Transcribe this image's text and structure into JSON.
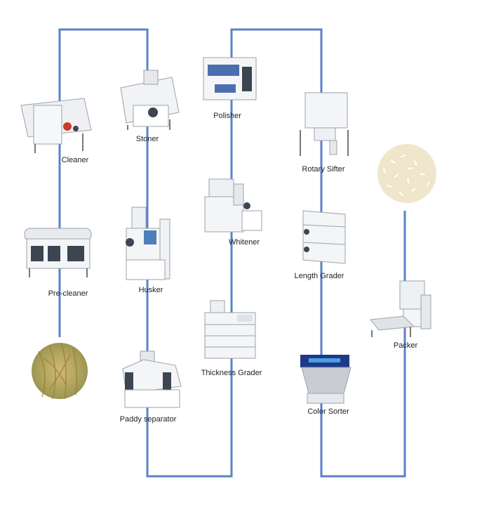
{
  "diagram": {
    "line_color": "#5b82c9",
    "stages": [
      {
        "id": "paddy",
        "label": "",
        "icon": "paddy-rice-photo-icon"
      },
      {
        "id": "precleaner",
        "label": "Pre-cleaner",
        "icon": "pre-cleaner-machine-icon"
      },
      {
        "id": "cleaner",
        "label": "Cleaner",
        "icon": "cleaner-machine-icon"
      },
      {
        "id": "stoner",
        "label": "Stoner",
        "icon": "stoner-machine-icon"
      },
      {
        "id": "husker",
        "label": "Husker",
        "icon": "husker-machine-icon"
      },
      {
        "id": "paddy_separator",
        "label": "Paddy separator",
        "icon": "paddy-separator-machine-icon"
      },
      {
        "id": "thickness_grader",
        "label": "Thickness Grader",
        "icon": "thickness-grader-machine-icon"
      },
      {
        "id": "whitener",
        "label": "Whitener",
        "icon": "whitener-machine-icon"
      },
      {
        "id": "polisher",
        "label": "Polisher",
        "icon": "polisher-machine-icon"
      },
      {
        "id": "rotary_sifter",
        "label": "Rotary Sifter",
        "icon": "rotary-sifter-machine-icon"
      },
      {
        "id": "length_grader",
        "label": "Length Grader",
        "icon": "length-grader-machine-icon"
      },
      {
        "id": "color_sorter",
        "label": "Color Sorter",
        "icon": "color-sorter-machine-icon"
      },
      {
        "id": "packer",
        "label": "Packer",
        "icon": "packer-machine-icon"
      },
      {
        "id": "rice",
        "label": "",
        "icon": "white-rice-photo-icon"
      }
    ]
  }
}
